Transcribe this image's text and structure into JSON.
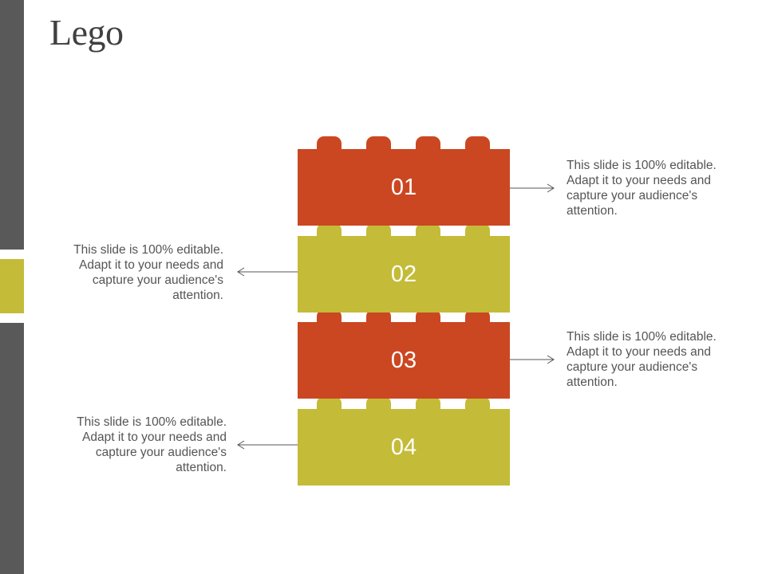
{
  "title": "Lego",
  "colors": {
    "red": "#cb4721",
    "olive": "#c4bb38",
    "side_bar": "#595959"
  },
  "steps": [
    {
      "number": "01",
      "color": "red",
      "text": "This slide is 100% editable. Adapt it to your needs and capture your audience's attention."
    },
    {
      "number": "02",
      "color": "olive",
      "text": "This slide is 100% editable. Adapt it to your needs and capture your audience's attention."
    },
    {
      "number": "03",
      "color": "red",
      "text": "This slide is 100% editable. Adapt it to your needs and capture your audience's attention."
    },
    {
      "number": "04",
      "color": "olive",
      "text": "This slide is 100% editable. Adapt it to your needs and capture your audience's attention."
    }
  ]
}
